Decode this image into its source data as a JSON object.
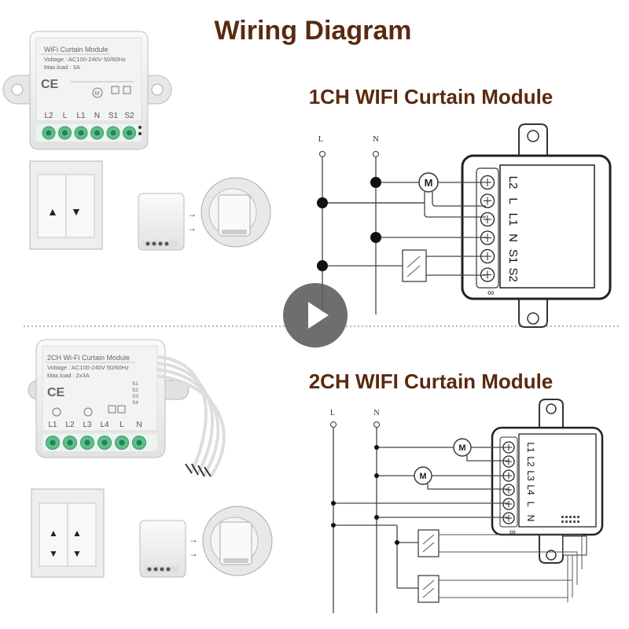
{
  "page_title": "Wiring Diagram",
  "sections": {
    "ch1": {
      "heading": "1CH WIFI Curtain Module",
      "device": {
        "name": "WiFi Curtain Module",
        "voltage": "Voltage : AC100-240V 50/60Hz",
        "maxload": "Max.load : 3A",
        "terminals": [
          "L2",
          "L",
          "L1",
          "N",
          "S1",
          "S2"
        ]
      },
      "diagram": {
        "lines": [
          "L",
          "N"
        ],
        "terminals": [
          "L2",
          "L",
          "L1",
          "N",
          "S1",
          "S2"
        ],
        "motor_label": "M",
        "footer_symbol": "∞"
      }
    },
    "ch2": {
      "heading": "2CH WIFI Curtain Module",
      "device": {
        "name": "2CH Wi-Fi Curtain Module",
        "voltage": "Voltage : AC100-240V 50/60Hz",
        "maxload": "Max.load : 2x3A",
        "side_terminals": [
          "S1",
          "S2",
          "S3",
          "S4"
        ],
        "terminals": [
          "L1",
          "L2",
          "L3",
          "L4",
          "L",
          "N"
        ]
      },
      "diagram": {
        "lines": [
          "L",
          "N"
        ],
        "terminals": [
          "L1",
          "L2",
          "L3",
          "L4",
          "L",
          "N"
        ],
        "motor_label": "M",
        "footer_symbol": "∞"
      }
    }
  },
  "colors": {
    "title": "#5a2a0f",
    "terminal_green": "#5cc08a",
    "play_button": "#555555"
  },
  "icons": [
    "play-icon",
    "ce-mark-icon",
    "arrow-up-icon",
    "arrow-down-icon",
    "arrow-right-icon"
  ]
}
